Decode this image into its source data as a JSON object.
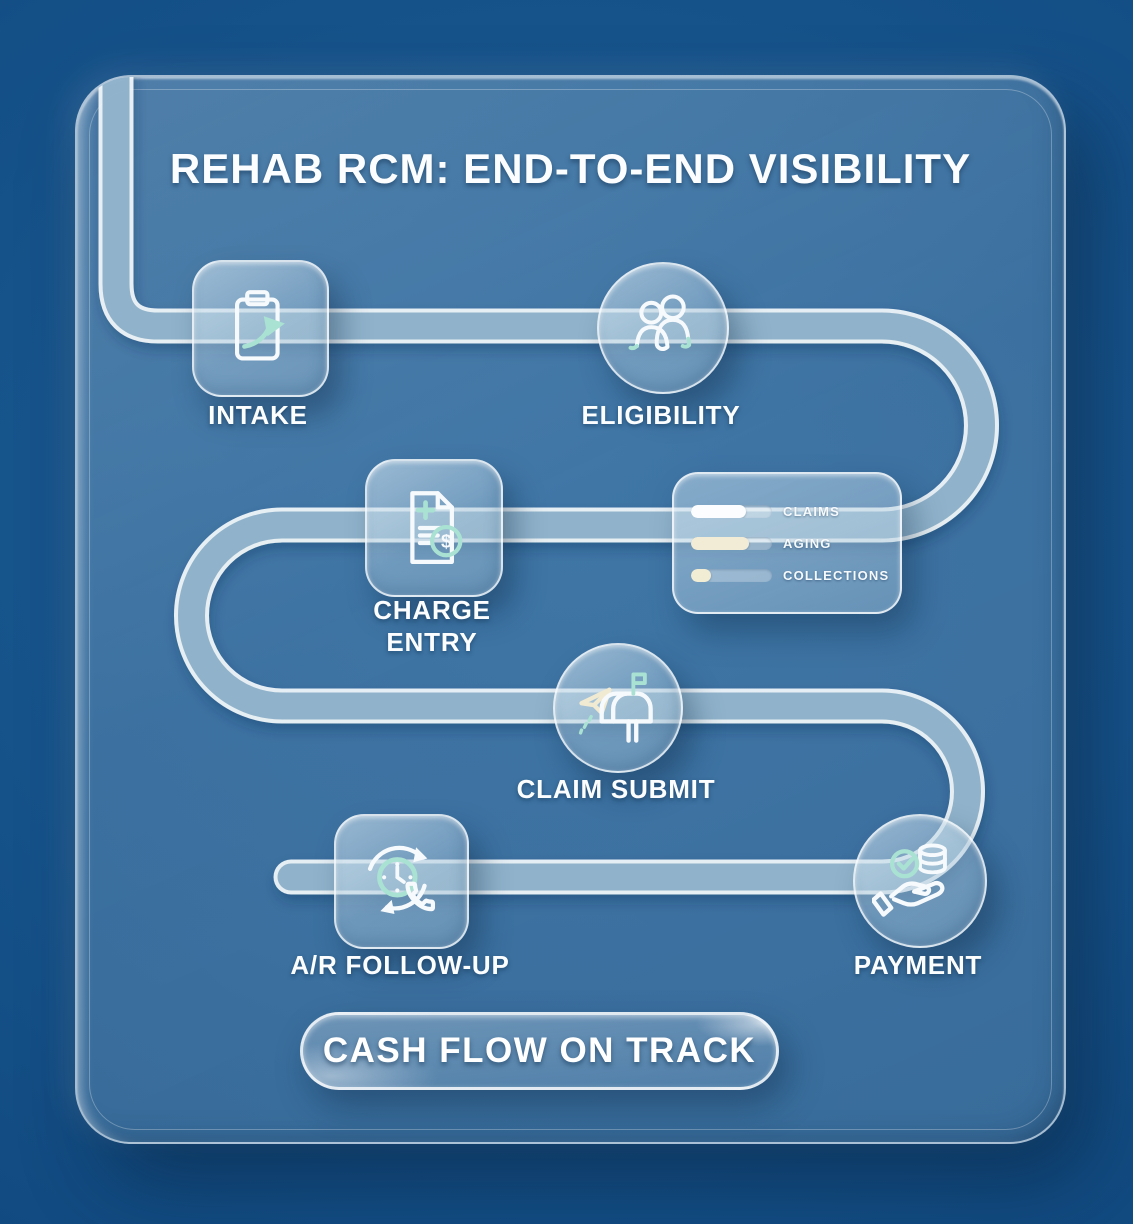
{
  "title": "REHAB RCM: END-TO-END VISIBILITY",
  "colors": {
    "background_blue": "#15518a",
    "glass_blue": "#527c9e",
    "ribbon_edge_white": "#f3f8fb",
    "ribbon_fill": "#8db0c9",
    "accent_mint": "#a9e2d2",
    "accent_cream": "#f2ecd6",
    "line_white": "#f7fafc"
  },
  "stages": [
    {
      "label": "INTAKE",
      "icon": "clipboard-share-icon",
      "shape": "square"
    },
    {
      "label": "ELIGIBILITY",
      "icon": "people-icon",
      "shape": "circle"
    },
    {
      "label": "CHARGE ENTRY",
      "line1": "CHARGE",
      "line2": "ENTRY",
      "icon": "medical-invoice-dollar-icon",
      "shape": "square"
    },
    {
      "label": "CLAIM SUBMIT",
      "icon": "mailbox-paper-plane-icon",
      "shape": "circle"
    },
    {
      "label": "A/R FOLLOW-UP",
      "icon": "clock-phone-cycle-icon",
      "shape": "square"
    },
    {
      "label": "PAYMENT",
      "icon": "hand-coins-check-icon",
      "shape": "circle"
    }
  ],
  "metrics_panel": {
    "items": [
      {
        "label": "CLAIMS",
        "progress_pct": 68,
        "fill": "#fbfdfe"
      },
      {
        "label": "AGING",
        "progress_pct": 72,
        "fill": "#f2ecd6"
      },
      {
        "label": "COLLECTIONS",
        "progress_pct": 25,
        "fill": "#f1ecd4"
      }
    ]
  },
  "footer_badge": {
    "label": "CASH FLOW ON TRACK"
  },
  "currency_symbol": "$"
}
